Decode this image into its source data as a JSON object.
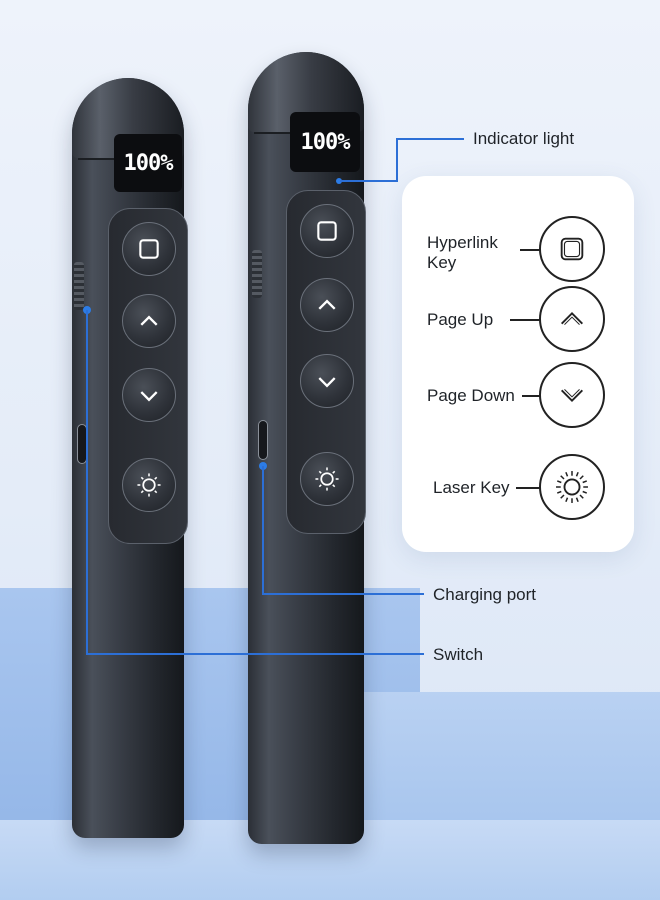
{
  "battery_display": "100%",
  "callouts": {
    "indicator_light": "Indicator light",
    "charging_port": "Charging port",
    "switch": "Switch"
  },
  "legend": {
    "hyperlink_key": "Hyperlink\nKey",
    "page_up": "Page Up",
    "page_down": "Page Down",
    "laser_key": "Laser Key"
  },
  "icons": [
    "square-icon",
    "chevron-up-icon",
    "chevron-down-icon",
    "sun-icon"
  ],
  "colors": {
    "accent_line": "#2c6fd6",
    "pen_body": "#2b2f36"
  }
}
